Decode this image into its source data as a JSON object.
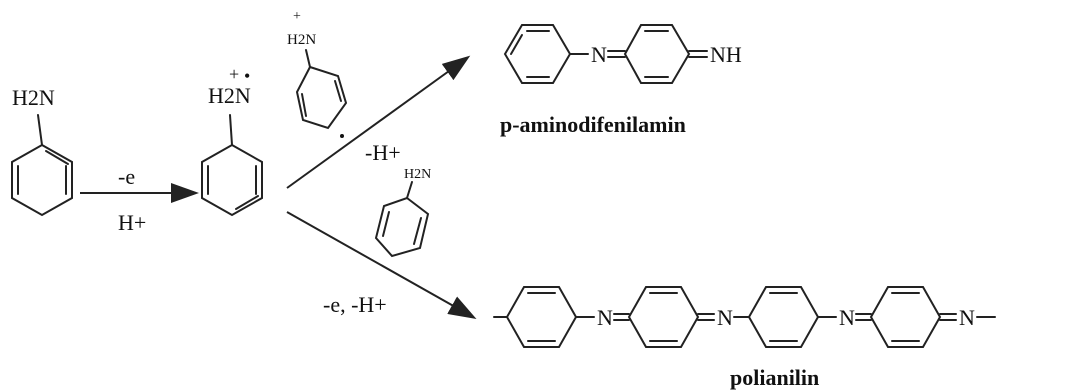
{
  "labels": {
    "aniline_amine": "H2N",
    "radical_amine": "H2N",
    "radical_charge": "+",
    "radical_dot": "•",
    "top_reagent_amine": "H2N",
    "top_reagent_charge": "+",
    "mid_reagent_amine": "H2N",
    "step1_top": "-e",
    "step1_bottom": "H+",
    "upper_condition": "-H+",
    "lower_condition": "-e, -H+",
    "upper_product_n": "N",
    "upper_product_nh": "NH",
    "poly_n": "N",
    "poly_end": "N"
  },
  "captions": {
    "upper_product": "p-aminodifenilamin",
    "lower_product": "polianilin"
  }
}
